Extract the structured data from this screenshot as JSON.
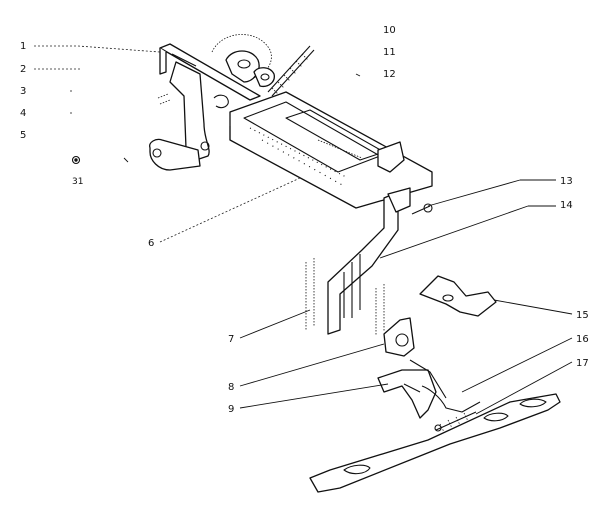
{
  "labels": [
    {
      "id": "1",
      "text": "1"
    },
    {
      "id": "2",
      "text": "2"
    },
    {
      "id": "3",
      "text": "3"
    },
    {
      "id": "4",
      "text": "4"
    },
    {
      "id": "5",
      "text": "5"
    },
    {
      "id": "6",
      "text": "6"
    },
    {
      "id": "7",
      "text": "7"
    },
    {
      "id": "8",
      "text": "8"
    },
    {
      "id": "9",
      "text": "9"
    },
    {
      "id": "10",
      "text": "10"
    },
    {
      "id": "11",
      "text": "11"
    },
    {
      "id": "12",
      "text": "12"
    },
    {
      "id": "13",
      "text": "13"
    },
    {
      "id": "14",
      "text": "14"
    },
    {
      "id": "15",
      "text": "15"
    },
    {
      "id": "16",
      "text": "16"
    },
    {
      "id": "17",
      "text": "17"
    }
  ],
  "annotations": {
    "small_mark": "31"
  }
}
